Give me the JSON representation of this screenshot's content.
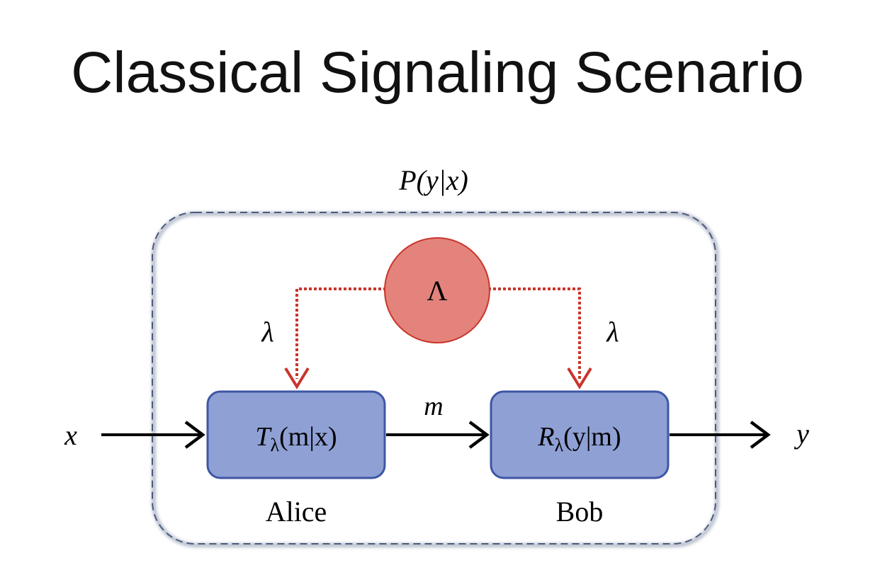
{
  "slide": {
    "title": "Classical Signaling Scenario"
  },
  "diagram": {
    "overall_label": "P(y|x)",
    "source_label": "Λ",
    "hidden_variable_left": "λ",
    "hidden_variable_right": "λ",
    "input_label": "x",
    "output_label": "y",
    "message_label": "m",
    "alice_box": {
      "fn": "T",
      "sub": "λ",
      "args": "(m|x)"
    },
    "bob_box": {
      "fn": "R",
      "sub": "λ",
      "args": "(y|m)"
    },
    "alice_label": "Alice",
    "bob_label": "Bob",
    "colors": {
      "box_fill": "#8fa0d4",
      "box_stroke": "#3d56a6",
      "source_fill": "#e3837c",
      "source_stroke": "#c9352b",
      "dotted_line": "#c9352b",
      "container_stroke": "#4c5a7a"
    }
  }
}
